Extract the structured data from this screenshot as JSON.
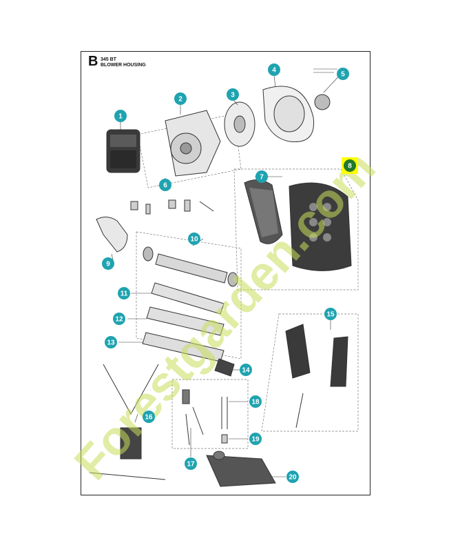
{
  "section": {
    "letter": "B",
    "model": "345 BT",
    "title": "BLOWER HOUSING"
  },
  "callouts": [
    "1",
    "2",
    "3",
    "4",
    "5",
    "6",
    "7",
    "8",
    "9",
    "10",
    "11",
    "12",
    "13",
    "14",
    "15",
    "16",
    "17",
    "18",
    "19",
    "20"
  ],
  "highlighted_callout": "8",
  "colors": {
    "callout": "#1fa3b0",
    "highlight_bg": "#ffff00",
    "highlight_circle": "#1f7a2a",
    "watermark_green": "#c8dc5a",
    "watermark_gray": "#cfcfcf"
  },
  "watermark": {
    "text": "Forestgarden.com"
  }
}
